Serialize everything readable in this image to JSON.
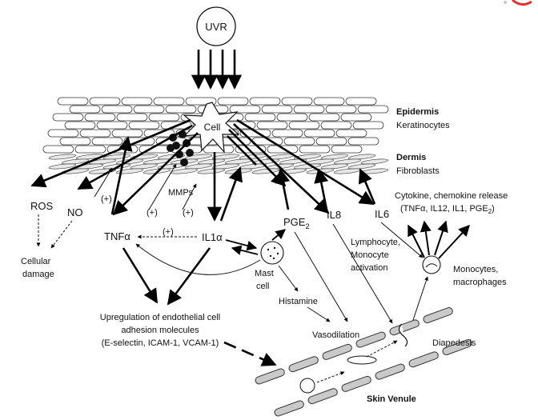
{
  "top_right_mark": "red partial logo glyph",
  "source": {
    "label": "UVR"
  },
  "layers": {
    "epidermis_title": "Epidermis",
    "epidermis_sub": "Keratinocytes",
    "dermis_title": "Dermis",
    "dermis_sub": "Fibroblasts"
  },
  "cell_label": "Cell",
  "mmps_label": "MMPs",
  "mediators": {
    "ros": "ROS",
    "no": "NO",
    "tnf": "TNFα",
    "il1": "IL1α",
    "pge2_base": "PGE",
    "pge2_sub": "2",
    "il8": "IL8",
    "il6": "IL6"
  },
  "plus_signs": [
    "(+)",
    "(+)",
    "(+)",
    "(+)"
  ],
  "damage": [
    "Cellular",
    "damage"
  ],
  "mast_cell": [
    "Mast",
    "cell"
  ],
  "histamine": "Histamine",
  "vasodilation": "Vasodilation",
  "lymphocyte": [
    "Lymphocyte,",
    "Monocyte",
    "activation"
  ],
  "cytokine_release": {
    "line1": "Cytokine, chemokine release",
    "line2_base": "(TNFα, IL12, IL1, PGE",
    "line2_sub": "2",
    "line2_end": ")"
  },
  "monocytes": [
    "Monocytes,",
    "macrophages"
  ],
  "upregulation": [
    "Upregulation of endothelial cell",
    "adhesion molecules",
    "(E-selectin, ICAM-1, VCAM-1)"
  ],
  "diapedesis": "Diapedesis",
  "venule_label": "Skin Venule"
}
